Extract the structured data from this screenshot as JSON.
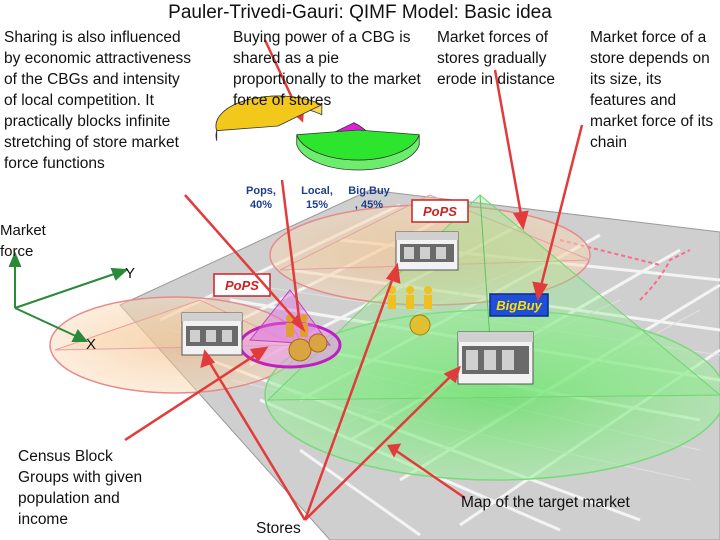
{
  "title": "Pauler-Trivedi-Gauri: QIMF Model: Basic idea",
  "annotations": {
    "sharing": "Sharing is also influenced by economic attractiveness of the CBGs and intensity of local competition. It practically blocks infinite stretching of store market force functions",
    "buying_power": "Buying power of a CBG is shared as a pie proportionally to the market force of stores",
    "market_forces": "Market forces of stores gradually erode in distance",
    "market_force_store": "Market force of a store depends on its size, its features and market force of its chain",
    "census": "Census Block Groups with given population and income",
    "stores": "Stores",
    "map": "Map of the target market"
  },
  "axes": {
    "z": "Market force",
    "y": "Y",
    "x": "X"
  },
  "pie": {
    "slices": [
      {
        "label": "Pops, 40%",
        "label_line1": "Pops,",
        "label_line2": "40%",
        "value": 40,
        "color": "#f2c81a"
      },
      {
        "label": "Local, 15%",
        "label_line1": "Local,",
        "label_line2": "15%",
        "value": 15,
        "color": "#e020d8"
      },
      {
        "label": "Big.Buy, 45%",
        "label_line1": "Big.Buy",
        "label_line2": ", 45%",
        "value": 45,
        "color": "#2ee52e"
      }
    ]
  },
  "logos": {
    "pops": "PoPS",
    "bigbuy": "BigBuy"
  },
  "colors": {
    "cone_green": "#6fe86f",
    "cone_orange": "#f7c88a",
    "cbg_pink": "#e070e0",
    "arrow_red": "#e23b3b",
    "map_gray": "#c9c9c9"
  }
}
